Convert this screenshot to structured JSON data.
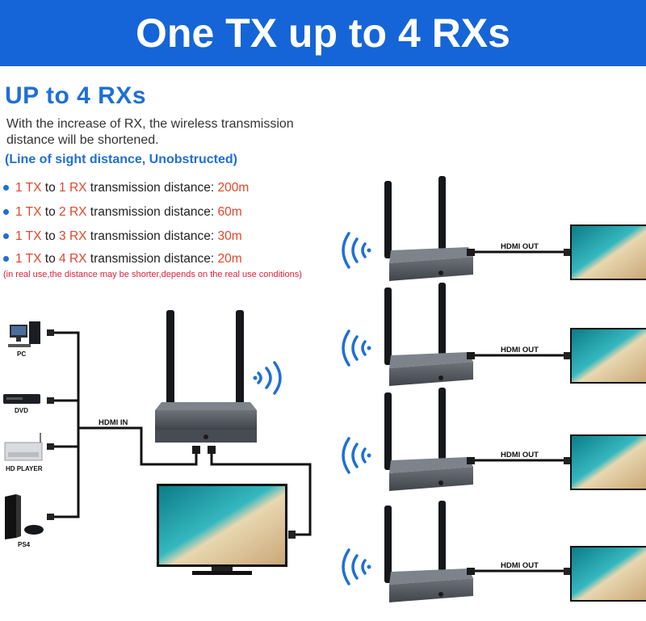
{
  "banner": {
    "title": "One TX up to 4 RXs"
  },
  "info": {
    "heading": "UP to 4 RXs",
    "description_line1": "With the increase of RX, the wireless transmission",
    "description_line2": "distance will be shortened.",
    "line_of_sight": "(Line of sight distance, Unobstructed)",
    "rows": [
      {
        "tx": "1 TX",
        "to": "to",
        "rx": "1 RX",
        "label": "transmission distance:",
        "distance": "200m"
      },
      {
        "tx": "1 TX",
        "to": "to",
        "rx": "2 RX",
        "label": "transmission distance:",
        "distance": "60m"
      },
      {
        "tx": "1 TX",
        "to": "to",
        "rx": "3 RX",
        "label": "transmission distance:",
        "distance": "30m"
      },
      {
        "tx": "1 TX",
        "to": "to",
        "rx": "4 RX",
        "label": "transmission distance:",
        "distance": "20m"
      }
    ],
    "note": "(in real use,the distance may be shorter,depends on the real use conditions)"
  },
  "sources": {
    "pc": "PC",
    "dvd": "DVD",
    "hd_player": "HD PLAYER",
    "ps4": "PS4"
  },
  "hdmi_in": "HDMI IN",
  "hdmi_out": "HDMI OUT",
  "colors": {
    "banner": "#1565d8",
    "accent_blue": "#1f6fd6",
    "highlight_red": "#e0462a",
    "note_red": "#e0203a",
    "device": "#5a5f66",
    "cable": "#111111"
  }
}
